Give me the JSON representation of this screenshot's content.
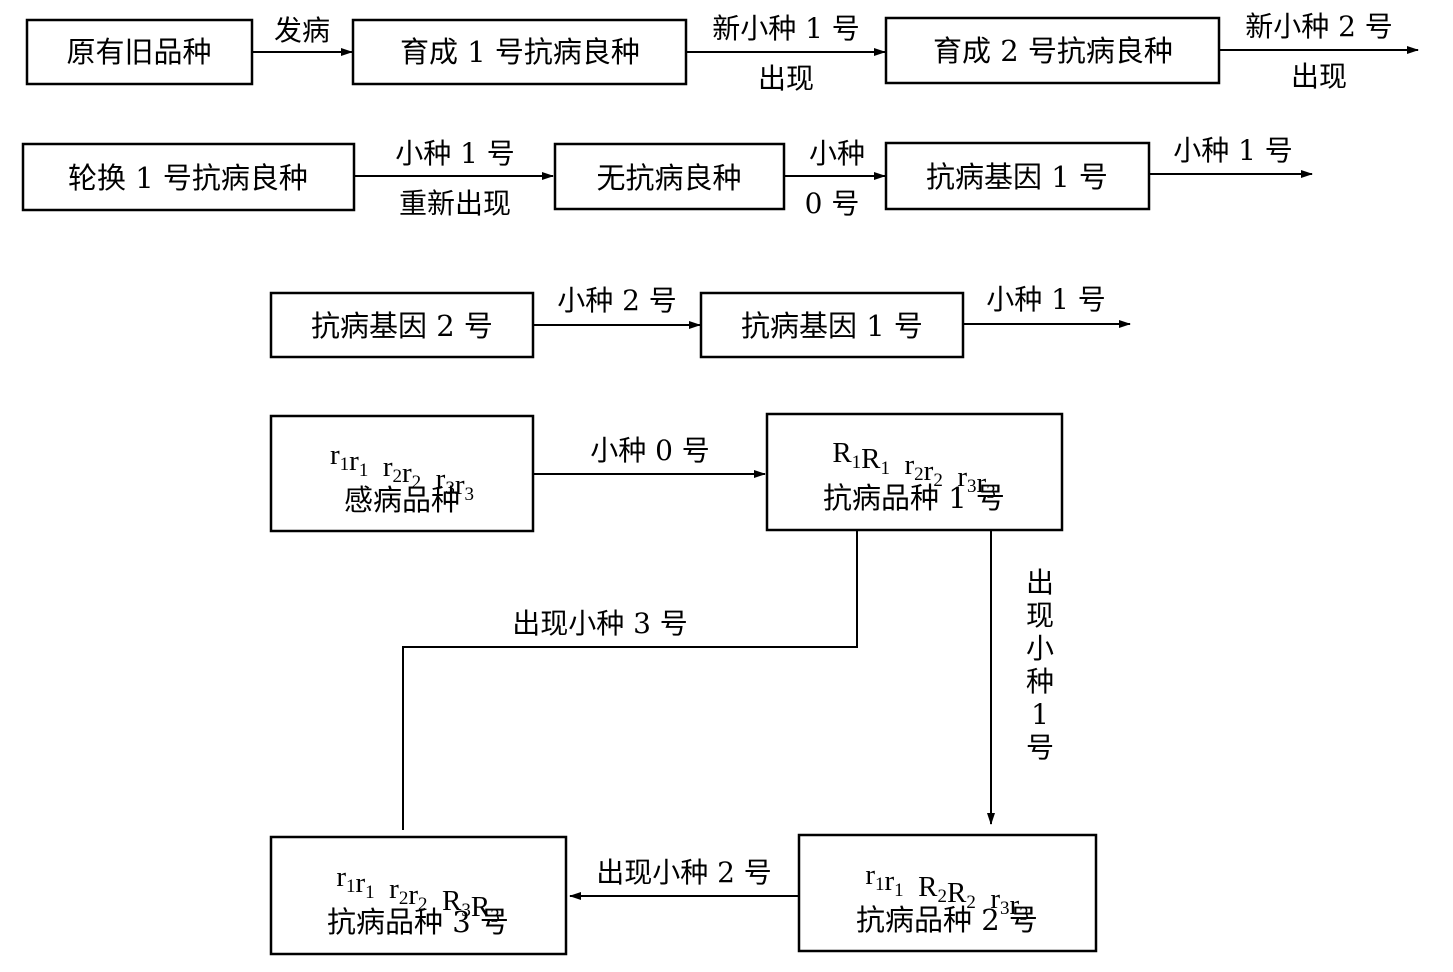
{
  "title": "Disease-resistant variety breeding and pathogen race emergence diagram",
  "row1": {
    "boxes": [
      "原有旧品种",
      "育成 1 号抗病良种",
      "育成 2 号抗病良种"
    ],
    "arrows": [
      {
        "top": "发病",
        "bottom": ""
      },
      {
        "top": "新小种 1 号",
        "bottom": "出现"
      },
      {
        "top": "新小种 2 号",
        "bottom": "出现"
      }
    ]
  },
  "row2": {
    "boxes": [
      "轮换 1 号抗病良种",
      "无抗病良种",
      "抗病基因 1 号"
    ],
    "arrows": [
      {
        "top": "小种 1 号",
        "bottom": "重新出现"
      },
      {
        "top": "小种",
        "bottom": "0 号"
      },
      {
        "top": "小种 1 号",
        "bottom": ""
      }
    ]
  },
  "row3": {
    "boxes": [
      "抗病基因 2 号",
      "抗病基因 1 号"
    ],
    "arrows": [
      {
        "top": "小种 2 号",
        "bottom": ""
      },
      {
        "top": "小种 1 号",
        "bottom": ""
      }
    ]
  },
  "cycle": {
    "susceptible": {
      "genotype": [
        [
          "r",
          "1"
        ],
        [
          "r",
          "1"
        ],
        [
          " ",
          ""
        ],
        [
          "r",
          "2"
        ],
        [
          "r",
          "2"
        ],
        [
          " ",
          ""
        ],
        [
          "r",
          "3"
        ],
        [
          "r",
          "3"
        ]
      ],
      "name": "感病品种"
    },
    "resistant1": {
      "genotype": [
        [
          "R",
          "1"
        ],
        [
          "R",
          "1"
        ],
        [
          " ",
          ""
        ],
        [
          "r",
          "2"
        ],
        [
          "r",
          "2"
        ],
        [
          " ",
          ""
        ],
        [
          "r",
          "3"
        ],
        [
          "r",
          "3"
        ]
      ],
      "name": "抗病品种 1 号"
    },
    "resistant2": {
      "genotype": [
        [
          "r",
          "1"
        ],
        [
          "r",
          "1"
        ],
        [
          " ",
          ""
        ],
        [
          "R",
          "2"
        ],
        [
          "R",
          "2"
        ],
        [
          " ",
          ""
        ],
        [
          "r",
          "3"
        ],
        [
          "r",
          "3"
        ]
      ],
      "name": "抗病品种 2 号"
    },
    "resistant3": {
      "genotype": [
        [
          "r",
          "1"
        ],
        [
          "r",
          "1"
        ],
        [
          " ",
          ""
        ],
        [
          "r",
          "2"
        ],
        [
          "r",
          "2"
        ],
        [
          " ",
          ""
        ],
        [
          "R",
          "3"
        ],
        [
          "R",
          "3"
        ]
      ],
      "name": "抗病品种 3 号"
    },
    "arrow_0_to_1": "小种 0 号",
    "arrow_1_to_2": [
      "出",
      "现",
      "小",
      "种",
      "1",
      "号"
    ],
    "arrow_2_to_3": "出现小种 2 号",
    "arrow_1_to_3": "出现小种 3 号"
  }
}
